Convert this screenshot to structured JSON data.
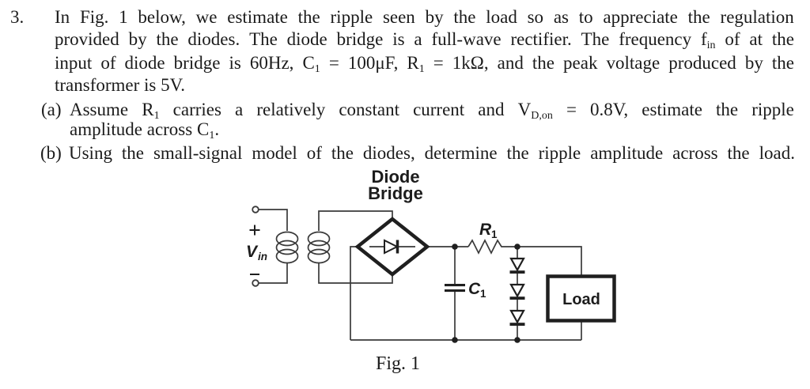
{
  "problem": {
    "number": "3.",
    "item_a_label": "(a)",
    "item_b_label": "(b)",
    "lines": [
      {
        "justify": true,
        "segments": [
          {
            "t": "In Fig. 1 below, we estimate the ripple seen by the load so as to appreciate the regulation"
          }
        ]
      },
      {
        "justify": true,
        "segments": [
          {
            "t": "provided by the diodes. The diode bridge is a full-wave rectifier. The frequency f"
          },
          {
            "t": "in",
            "sub": true
          },
          {
            "t": " of at the"
          }
        ]
      },
      {
        "justify": true,
        "segments": [
          {
            "t": "input of diode bridge is 60Hz, C"
          },
          {
            "t": "1",
            "sub": true
          },
          {
            "t": " = 100μF, R"
          },
          {
            "t": "1",
            "sub": true
          },
          {
            "t": " = 1kΩ, and the peak voltage produced by the"
          }
        ]
      },
      {
        "justify": false,
        "segments": [
          {
            "t": "transformer is 5V."
          }
        ]
      },
      {
        "justify": true,
        "segments": [
          {
            "t": "Assume R"
          },
          {
            "t": "1",
            "sub": true
          },
          {
            "t": " carries a relatively constant current and V"
          },
          {
            "t": "D,on",
            "sub": true
          },
          {
            "t": " = 0.8V, estimate the ripple"
          }
        ]
      },
      {
        "justify": false,
        "segments": [
          {
            "t": "amplitude across C"
          },
          {
            "t": "1",
            "sub": true
          },
          {
            "t": "."
          }
        ]
      },
      {
        "justify": true,
        "segments": [
          {
            "t": "Using the small-signal model of the diodes, determine the ripple amplitude across the load."
          }
        ]
      }
    ]
  },
  "figure": {
    "title_line1": "Diode",
    "title_line2": "Bridge",
    "vin_main": "V",
    "vin_sub": "in",
    "plus_sign": "+",
    "r1_main": "R",
    "r1_sub": "1",
    "c1_main": "C",
    "c1_sub": "1",
    "load_label": "Load",
    "caption": "Fig. 1"
  },
  "colors": {
    "ink": "#1c1c1c",
    "wire": "#3a3a3a"
  }
}
